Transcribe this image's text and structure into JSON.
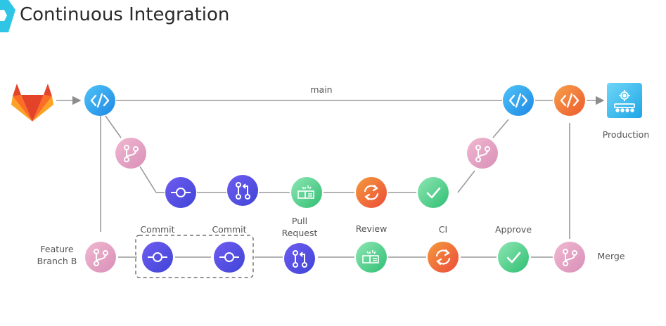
{
  "page": {
    "title": "Continuous Integration"
  },
  "labels": {
    "main": "main",
    "production": "Production",
    "feature_branch_line1": "Feature",
    "feature_branch_line2": "Branch B",
    "commit_1": "Commit",
    "commit_2": "Commit",
    "pull_request_line1": "Pull",
    "pull_request_line2": "Request",
    "review": "Review",
    "ci": "CI",
    "approve": "Approve",
    "merge": "Merge"
  },
  "colors": {
    "code": "#2aa0e4",
    "code_orange": "#f07a2a",
    "branch": "#e5a3c3",
    "commit": "#5b52e6",
    "review": "#5fd39a",
    "ci": "#f06a3b",
    "approve": "#3fc97c",
    "production": "#37b9f0",
    "line": "#9a9a9a",
    "gitlab": "#e8553c"
  },
  "icons": [
    "gitlab-logo",
    "code-icon",
    "branch-icon",
    "commit-icon",
    "pull-request-icon",
    "review-icon",
    "ci-icon",
    "check-icon",
    "production-icon"
  ]
}
